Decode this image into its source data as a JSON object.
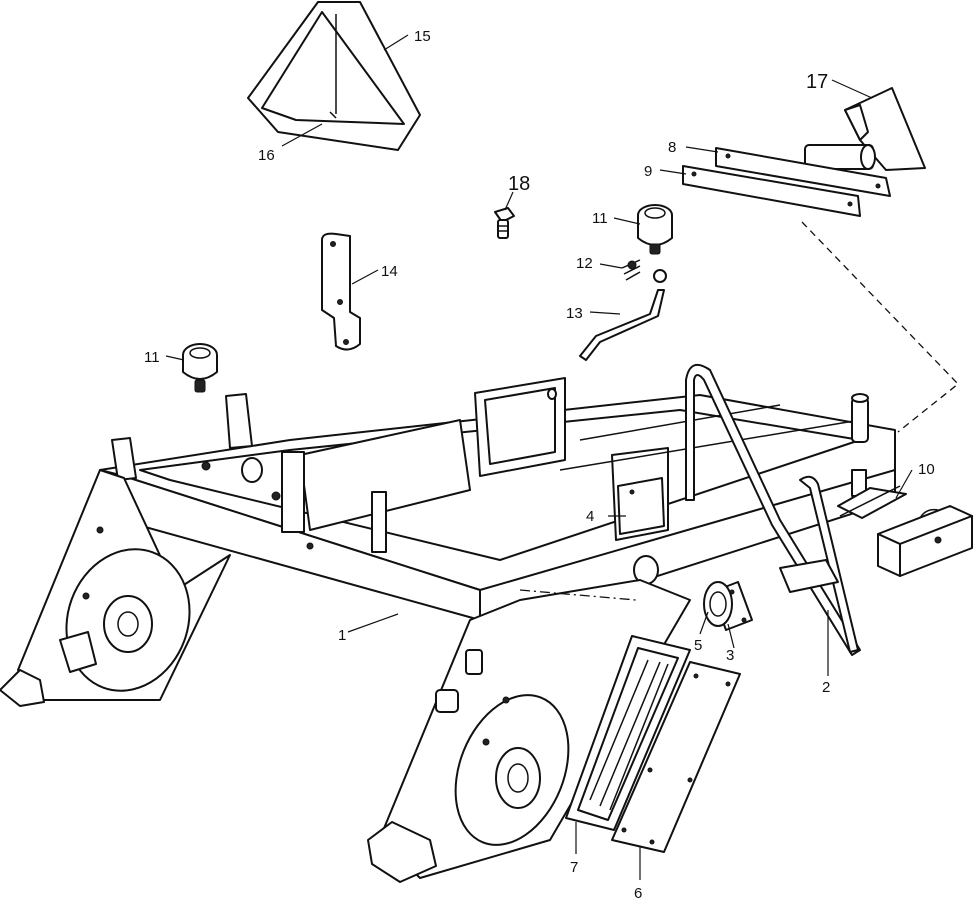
{
  "callouts": {
    "c1": "1",
    "c2": "2",
    "c3": "3",
    "c4": "4",
    "c5": "5",
    "c6": "6",
    "c7": "7",
    "c8": "8",
    "c9": "9",
    "c10": "10",
    "c11a": "11",
    "c11b": "11",
    "c12": "12",
    "c13": "13",
    "c14": "14",
    "c15": "15",
    "c16": "16",
    "c17": "17",
    "c18": "18"
  }
}
